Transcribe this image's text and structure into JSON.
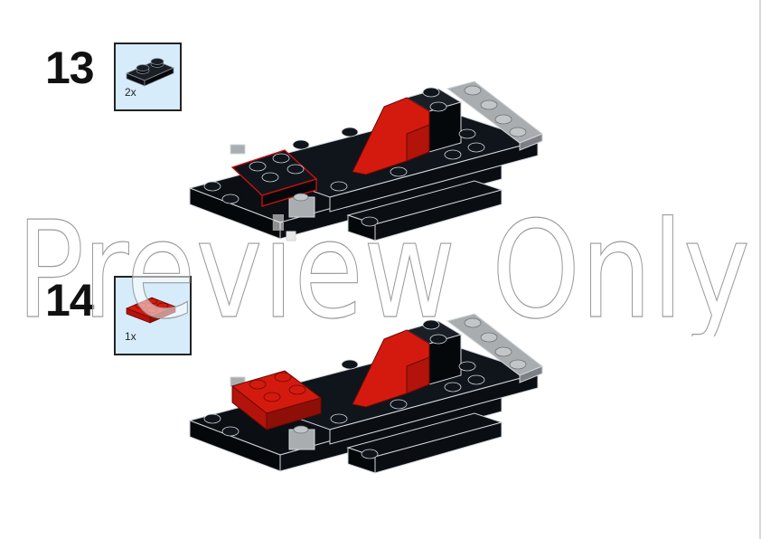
{
  "page": {
    "background": "#ffffff",
    "edge_color": "#d8d8d8"
  },
  "steps": [
    {
      "number": "13",
      "parts": [
        {
          "name": "plate-1x2",
          "color": "black",
          "color_hex": "#0d1117",
          "quantity": "2x"
        }
      ],
      "assembly": {
        "highlight": "red-outline on 2x2 area (black plates added)",
        "highlight_color": "#d01010"
      }
    },
    {
      "number": "14",
      "parts": [
        {
          "name": "plate-2x2",
          "color": "red",
          "color_hex": "#d41a0e",
          "quantity": "1x"
        }
      ],
      "assembly": {
        "highlight": "red 2x2 plate placed"
      }
    }
  ],
  "watermark": {
    "text": "Preview Only",
    "stroke": "#9a9a9a"
  },
  "colors": {
    "parts_box_bg": "#d6ecfb",
    "parts_box_border": "#222222",
    "brick_black": "#0b0f14",
    "brick_edge": "#cfd6dc",
    "brick_red": "#d41a0e",
    "brick_gray": "#a9adb0"
  }
}
